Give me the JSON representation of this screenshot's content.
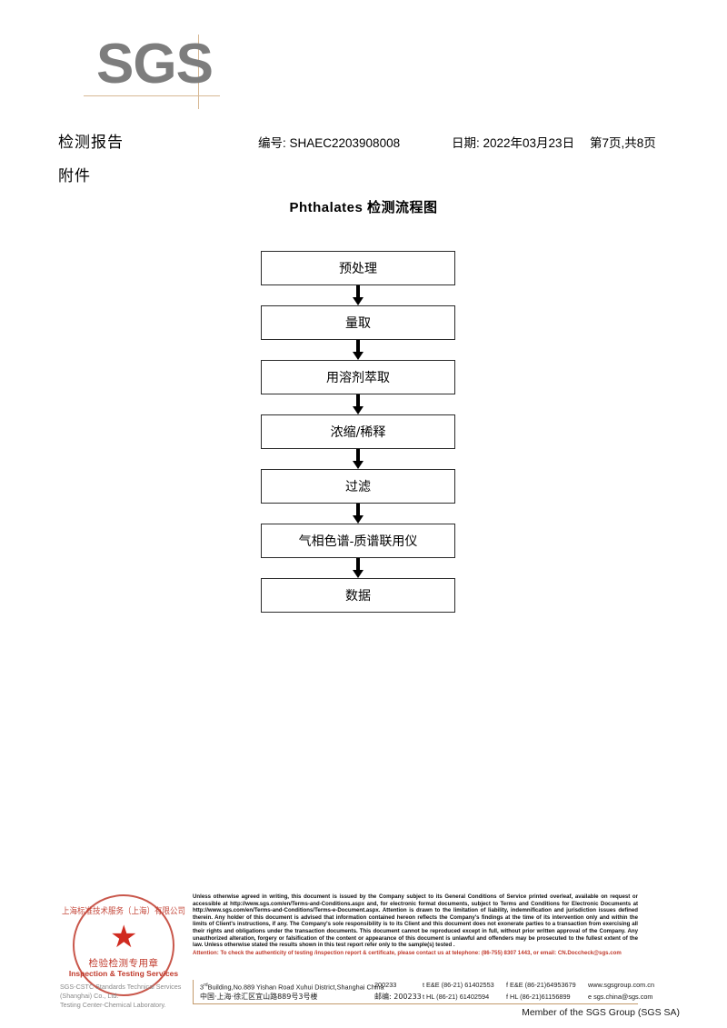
{
  "logo": {
    "text": "SGS",
    "rule_color": "#d7b894",
    "text_color": "#7d7d7d"
  },
  "header": {
    "title": "检测报告",
    "report_no": "编号: SHAEC2203908008",
    "date": "日期: 2022年03月23日",
    "page": "第7页,共8页",
    "attachment": "附件"
  },
  "flowchart": {
    "title": "Phthalates 检测流程图",
    "steps": [
      {
        "label": "预处理"
      },
      {
        "label": "量取"
      },
      {
        "label": "用溶剂萃取"
      },
      {
        "label": "浓缩/稀释"
      },
      {
        "label": "过滤"
      },
      {
        "label": "气相色谱-质谱联用仪"
      },
      {
        "label": "数据"
      }
    ]
  },
  "stamp": {
    "arc_text": "上海标准技术服务（上海）有限公司",
    "chinese": "检验检测专用章",
    "english": "Inspection & Testing Services",
    "star": "★",
    "company_line1": "SGS-CSTC Standards Technical Services (Shanghai) Co., Ltd.",
    "company_line2": "Testing Center-Chemical Laboratory.",
    "color": "#c0392b"
  },
  "footer": {
    "legal": "Unless otherwise agreed in writing, this document is issued by the Company subject to its General Conditions of Service printed overleaf, available on request or accessible at http://www.sgs.com/en/Terms-and-Conditions.aspx and, for electronic format documents, subject to Terms and Conditions for Electronic Documents at http://www.sgs.com/en/Terms-and-Conditions/Terms-e-Document.aspx. Attention is drawn to the limitation of liability, indemnification and jurisdiction issues defined therein. Any holder of this document is advised that information contained hereon reflects the Company's findings at the time of its intervention only and within the limits of Client's instructions, if any. The Company's sole responsibility is to its Client and this document does not exonerate parties to a transaction from exercising all their rights and obligations under the transaction documents. This document cannot be reproduced except in full, without prior written approval of the Company. Any unauthorized alteration, forgery or falsification of the content or appearance of this document is unlawful and offenders may be prosecuted to the fullest extent of the law. Unless otherwise stated the results shown in this test report refer only to the sample(s) tested .",
    "attention": "Attention: To check the authenticity of testing /inspection report & certificate, please contact us at telephone: (86-755) 8307 1443, or email: CN.Doccheck@sgs.com",
    "attention_color": "#c0392b",
    "address_en": "Building,No.889 Yishan Road Xuhui District,Shanghai China",
    "address_en_prefix": "3",
    "address_en_sup": "rd",
    "address_cn": "中国·上海·徐汇区宜山路889号3号楼",
    "zip_en": "200233",
    "zip_cn": "邮编: 200233",
    "tel_en": "t E&E (86-21) 61402553",
    "tel_cn": "t HL (86-21) 61402594",
    "fax_en": "f E&E (86-21)64953679",
    "fax_cn": "f HL (86-21)61156899",
    "web": "www.sgsgroup.com.cn",
    "email": "e  sgs.china@sgs.com",
    "member": "Member of the SGS Group (SGS SA)",
    "rule_color": "#c39a6b"
  }
}
